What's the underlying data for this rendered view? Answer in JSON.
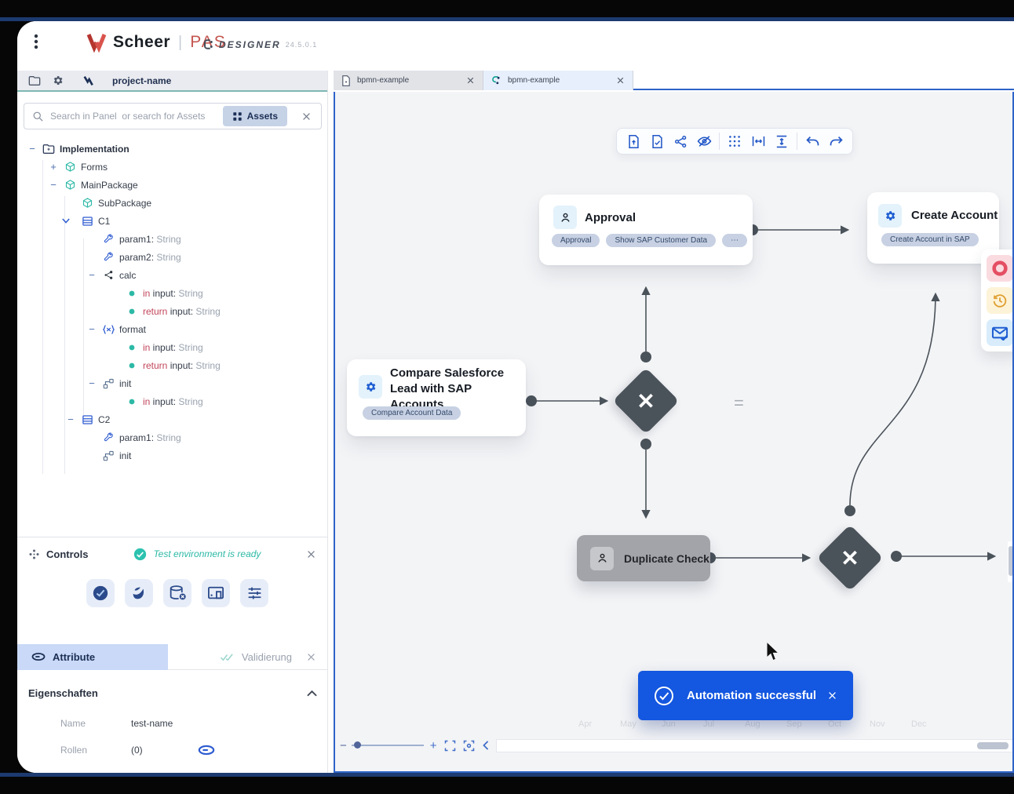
{
  "header": {
    "brand": "Scheer",
    "brand_divider": "|",
    "brand_suffix": "PAS",
    "app_label": "DESIGNER",
    "version": "24.5.0.1"
  },
  "sidebar": {
    "project_name": "project-name",
    "search_placeholder": "Search in Panel  or search for Assets",
    "assets_button": "Assets",
    "tree": [
      {
        "level": 0,
        "toggle": "minus",
        "icon": "folder-icon",
        "bold": true,
        "parts": [
          {
            "t": "Implementation",
            "c": "c-dark t-bold"
          }
        ]
      },
      {
        "level": 1,
        "toggle": "plus",
        "icon": "package-icon",
        "parts": [
          {
            "t": "Forms",
            "c": "c-dark"
          }
        ]
      },
      {
        "level": 1,
        "toggle": "minus",
        "icon": "package-icon",
        "parts": [
          {
            "t": "MainPackage",
            "c": "c-dark"
          }
        ]
      },
      {
        "level": 2,
        "toggle": "none",
        "icon": "package-icon",
        "parts": [
          {
            "t": "SubPackage",
            "c": "c-dark"
          }
        ]
      },
      {
        "level": 2,
        "toggle": "chevron",
        "icon": "class-icon",
        "parts": [
          {
            "t": "C1",
            "c": "c-dark"
          }
        ]
      },
      {
        "level": 3,
        "toggle": "none",
        "icon": "wrench-icon",
        "parts": [
          {
            "t": "param1:",
            "c": "c-dark"
          },
          {
            "t": " String",
            "c": "c-muted"
          }
        ]
      },
      {
        "level": 3,
        "toggle": "none",
        "icon": "wrench-icon",
        "parts": [
          {
            "t": "param2:",
            "c": "c-dark"
          },
          {
            "t": " String",
            "c": "c-muted"
          }
        ]
      },
      {
        "level": 3,
        "toggle": "minus",
        "icon": "function-icon",
        "parts": [
          {
            "t": "calc",
            "c": "c-dark"
          }
        ]
      },
      {
        "level": 4,
        "toggle": "none",
        "icon": "param-dot-icon",
        "parts": [
          {
            "t": "in",
            "c": "c-red"
          },
          {
            "t": " input:",
            "c": "c-dark"
          },
          {
            "t": " String",
            "c": "c-muted"
          }
        ]
      },
      {
        "level": 4,
        "toggle": "none",
        "icon": "param-dot-icon",
        "parts": [
          {
            "t": "return",
            "c": "c-red"
          },
          {
            "t": " input:",
            "c": "c-dark"
          },
          {
            "t": " String",
            "c": "c-muted"
          }
        ]
      },
      {
        "level": 3,
        "toggle": "minus",
        "icon": "mapping-icon",
        "parts": [
          {
            "t": "format",
            "c": "c-dark"
          }
        ]
      },
      {
        "level": 4,
        "toggle": "none",
        "icon": "param-dot-icon",
        "parts": [
          {
            "t": "in",
            "c": "c-red"
          },
          {
            "t": " input:",
            "c": "c-dark"
          },
          {
            "t": " String",
            "c": "c-muted"
          }
        ]
      },
      {
        "level": 4,
        "toggle": "none",
        "icon": "param-dot-icon",
        "parts": [
          {
            "t": "return",
            "c": "c-red"
          },
          {
            "t": " input:",
            "c": "c-dark"
          },
          {
            "t": " String",
            "c": "c-muted"
          }
        ]
      },
      {
        "level": 3,
        "toggle": "minus",
        "icon": "init-icon",
        "parts": [
          {
            "t": "init",
            "c": "c-dark"
          }
        ]
      },
      {
        "level": 4,
        "toggle": "none",
        "icon": "param-dot-icon",
        "parts": [
          {
            "t": "in",
            "c": "c-red"
          },
          {
            "t": " input:",
            "c": "c-dark"
          },
          {
            "t": " String",
            "c": "c-muted"
          }
        ]
      },
      {
        "level": 2,
        "toggle": "minus",
        "icon": "class-icon",
        "parts": [
          {
            "t": "C2",
            "c": "c-dark"
          }
        ]
      },
      {
        "level": 3,
        "toggle": "none",
        "icon": "wrench-icon",
        "parts": [
          {
            "t": "param1:",
            "c": "c-dark"
          },
          {
            "t": " String",
            "c": "c-muted"
          }
        ]
      },
      {
        "level": 3,
        "toggle": "none",
        "icon": "init-icon",
        "parts": [
          {
            "t": "init",
            "c": "c-dark"
          }
        ]
      }
    ],
    "controls": {
      "title": "Controls",
      "status": "Test environment is ready",
      "buttons": [
        "deploy-check-icon",
        "swoosh-icon",
        "database-clear-icon",
        "device-preview-icon",
        "settings-sliders-icon"
      ]
    },
    "attributes": {
      "tab_attribute": "Attribute",
      "tab_validation": "Validierung",
      "section_title": "Eigenschaften",
      "fields": [
        {
          "label": "Name",
          "value": "test-name"
        },
        {
          "label": "Rollen",
          "value": "(0)"
        }
      ]
    }
  },
  "editor": {
    "tabs": [
      {
        "label": "bpmn-example"
      },
      {
        "label": "bpmn-example"
      }
    ],
    "toolbar": [
      "doc-import-icon",
      "doc-check-icon",
      "share-icon",
      "eye-off-icon",
      "|",
      "snap-grid-icon",
      "distribute-horizontal-icon",
      "distribute-vertical-icon",
      "|",
      "undo-icon",
      "redo-icon"
    ],
    "nodes": {
      "approval": {
        "title": "Approval",
        "chips": [
          "Approval",
          "Show SAP Customer Data",
          "⋯"
        ]
      },
      "create_account": {
        "title": "Create Account",
        "chips": [
          "Create Account in SAP"
        ]
      },
      "compare": {
        "title": "Compare Salesforce Lead with SAP Accounts",
        "chips": [
          "Compare Account Data"
        ]
      },
      "duplicate_check": {
        "title": "Duplicate Check"
      }
    },
    "equals_hint": "=",
    "palette": [
      {
        "icon": "end-event-icon",
        "bg": "#fadbe0",
        "fg": "#e44f63"
      },
      {
        "icon": "history-icon",
        "bg": "#fdf3d8",
        "fg": "#e0a032"
      },
      {
        "icon": "message-icon",
        "bg": "#d8ecfb",
        "fg": "#1f5ed2"
      }
    ],
    "notification": {
      "message": "Automation successful"
    },
    "month_labels": [
      "Apr",
      "May",
      "Jun",
      "Jul",
      "Aug",
      "Sep",
      "Oct",
      "Nov",
      "Dec"
    ]
  }
}
